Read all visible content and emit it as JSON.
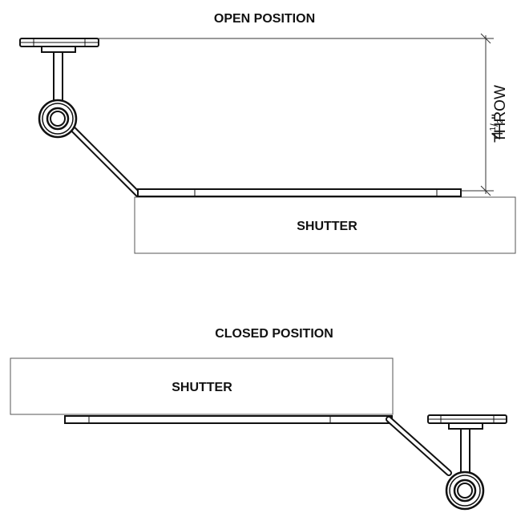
{
  "open": {
    "title": "OPEN POSITION",
    "shutter_label": "SHUTTER",
    "throw_number": "4",
    "throw_frac_num": "1",
    "throw_frac_den": "2",
    "throw_mark": "\"",
    "throw_word": "THROW"
  },
  "closed": {
    "title": "CLOSED POSITION",
    "shutter_label": "SHUTTER"
  }
}
